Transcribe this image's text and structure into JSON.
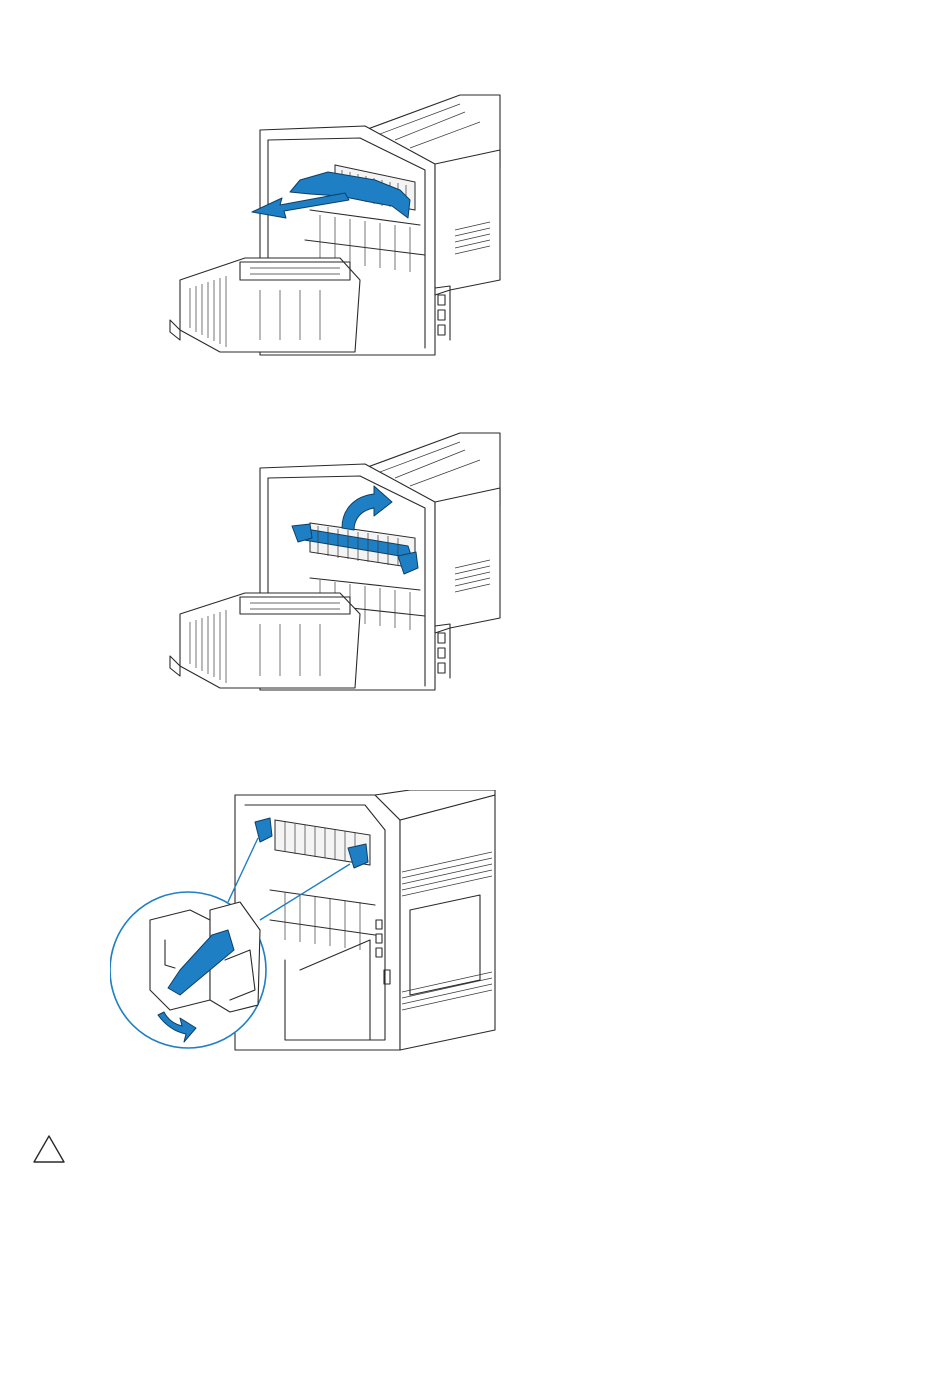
{
  "figures": [
    {
      "id": "step-pull-jammed-paper",
      "icons": [
        "pull-arrow-icon"
      ]
    },
    {
      "id": "step-lift-fuser-levers",
      "icons": [
        "lift-arrow-icon"
      ]
    },
    {
      "id": "step-push-down-lever",
      "icons": [
        "push-down-arrow-icon"
      ]
    }
  ],
  "caution": {
    "icon": "caution-triangle-icon"
  },
  "colors": {
    "accent": "#1f7fc4",
    "outline": "#2a2a2a",
    "background": "#ffffff"
  }
}
